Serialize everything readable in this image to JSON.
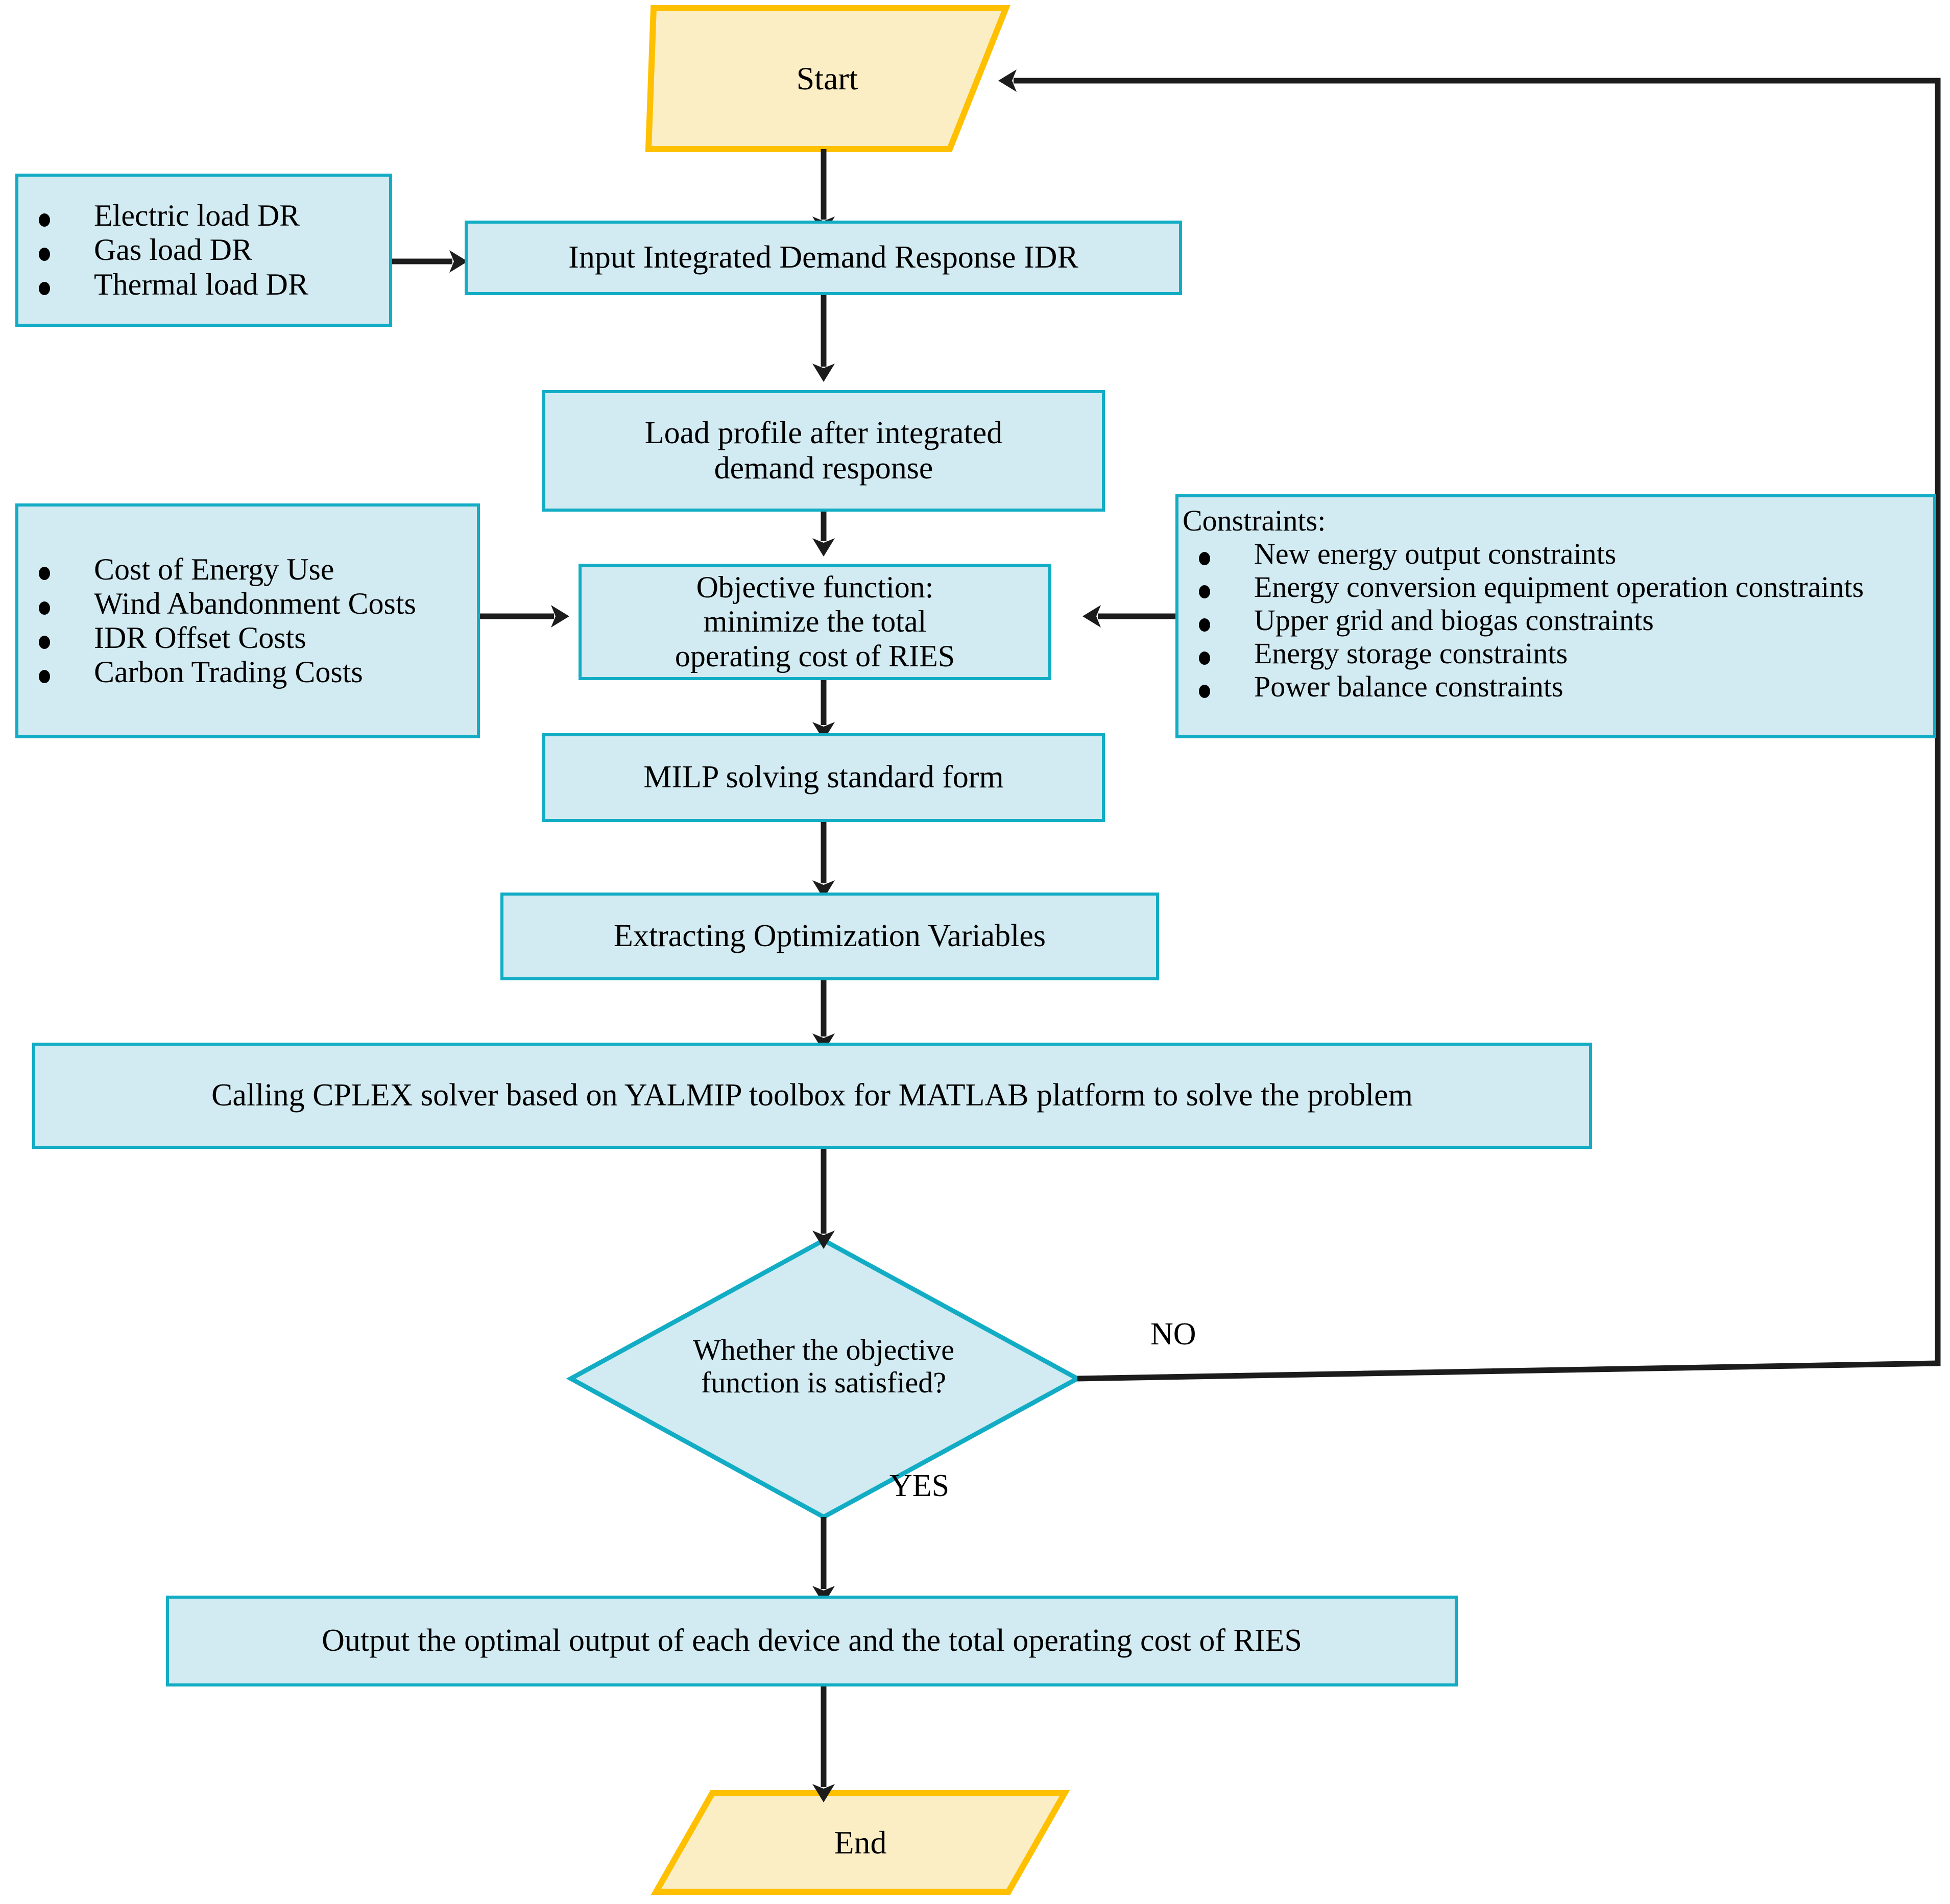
{
  "diagram": {
    "title": "RIES optimization flowchart",
    "colors": {
      "process_fill": "#d2eaf1",
      "process_border": "#12adc4",
      "terminator_fill": "#fceec4",
      "terminator_border": "#ffc000",
      "connector": "#000000",
      "text": "#000000"
    }
  },
  "nodes": {
    "start": {
      "label": "Start",
      "shape": "parallelogram"
    },
    "input_dr": {
      "label": "Input Integrated Demand Response IDR",
      "shape": "process"
    },
    "dr_list": {
      "shape": "process",
      "items": [
        "Electric load DR",
        "Gas load DR",
        "Thermal load DR"
      ]
    },
    "load_profile": {
      "line1": "Load profile after integrated",
      "line2": "demand response",
      "shape": "process"
    },
    "costs_list": {
      "shape": "process",
      "items": [
        "Cost of Energy Use",
        "Wind Abandonment Costs",
        "IDR Offset Costs",
        "Carbon Trading Costs"
      ]
    },
    "objective": {
      "line1": "Objective function:",
      "line2": "minimize the total",
      "line3": "operating cost of RIES",
      "shape": "process"
    },
    "constraints": {
      "shape": "process",
      "title": "Constraints:",
      "items": [
        "New energy output constraints",
        "Energy conversion equipment operation constraints",
        "Upper grid and biogas constraints",
        "Energy storage constraints",
        "Power balance constraints"
      ]
    },
    "milp": {
      "label": "MILP solving standard form",
      "shape": "process"
    },
    "extract": {
      "label": "Extracting Optimization Variables",
      "shape": "process"
    },
    "cplex": {
      "label": "Calling CPLEX solver based on YALMIP toolbox for MATLAB platform to solve the problem",
      "shape": "process"
    },
    "decision": {
      "line1": "Whether the objective",
      "line2": "function is satisfied?",
      "shape": "diamond"
    },
    "output": {
      "label": "Output the optimal output of each device and the total operating cost of RIES",
      "shape": "process"
    },
    "end": {
      "label": "End",
      "shape": "parallelogram"
    }
  },
  "edge_labels": {
    "no": "NO",
    "yes": "YES"
  }
}
